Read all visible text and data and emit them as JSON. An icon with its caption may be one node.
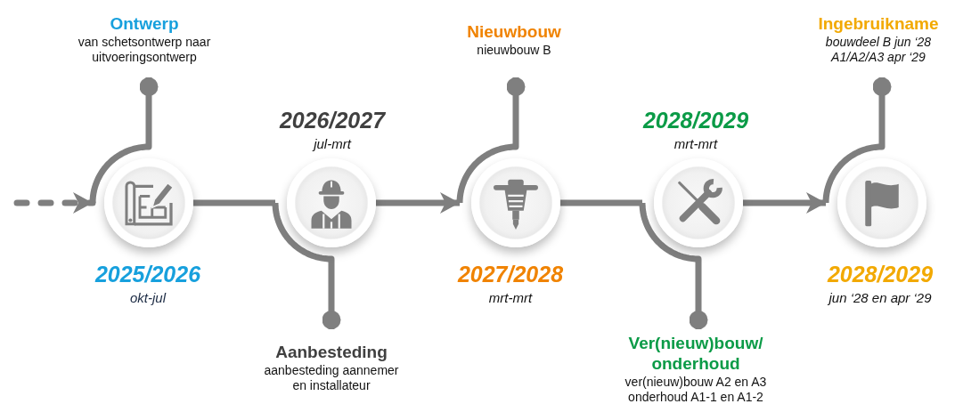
{
  "diagram": {
    "nodes": [
      {
        "text": [
          "Ontwerp",
          "van schetsontwerp naar uitvoeringsontwerp"
        ]
      },
      {
        "text": [],
        "shape": "circle",
        "beside": [
          "2025/2026",
          "okt-jul"
        ]
      },
      {
        "text": [],
        "shape": "circle",
        "beside": [
          "2026/2027",
          "jul-mrt"
        ]
      },
      {
        "text": [
          "Aanbesteding",
          "aanbesteding aannemer en installateur"
        ]
      },
      {
        "text": [
          "Nieuwbouw",
          "nieuwbouw B"
        ]
      },
      {
        "text": [],
        "shape": "circle",
        "beside": [
          "2027/2028",
          "mrt-mrt"
        ]
      },
      {
        "text": [],
        "shape": "circle",
        "beside": [
          "2028/2029",
          "mrt-mrt"
        ]
      },
      {
        "text": [
          "Ver(nieuw)bouw/ onderhoud",
          "ver(nieuw)bouw A2 en A3 onderhoud A1-1 en A1-2"
        ]
      },
      {
        "text": [
          "Ingebruikname",
          "bouwdeel B jun ‘28 A1/A2/A3 apr ‘29"
        ]
      },
      {
        "text": [],
        "shape": "circle",
        "beside": [
          "2028/2029",
          "jun ‘28 en apr ‘29"
        ]
      }
    ],
    "edges": [
      {
        "from": null,
        "to": 1,
        "arrow": "to",
        "style": "dashed"
      },
      {
        "from": 1,
        "to": 0,
        "arrow": "other"
      },
      {
        "from": 1,
        "to": 2,
        "arrow": "none"
      },
      {
        "from": 2,
        "to": 3,
        "arrow": "other"
      },
      {
        "from": 2,
        "to": 5,
        "arrow": "to"
      },
      {
        "from": 5,
        "to": 4,
        "arrow": "other"
      },
      {
        "from": 5,
        "to": 6,
        "arrow": "none"
      },
      {
        "from": 6,
        "to": 7,
        "arrow": "other"
      },
      {
        "from": 6,
        "to": 9,
        "arrow": "to"
      },
      {
        "from": 9,
        "to": 8,
        "arrow": "other"
      }
    ]
  }
}
